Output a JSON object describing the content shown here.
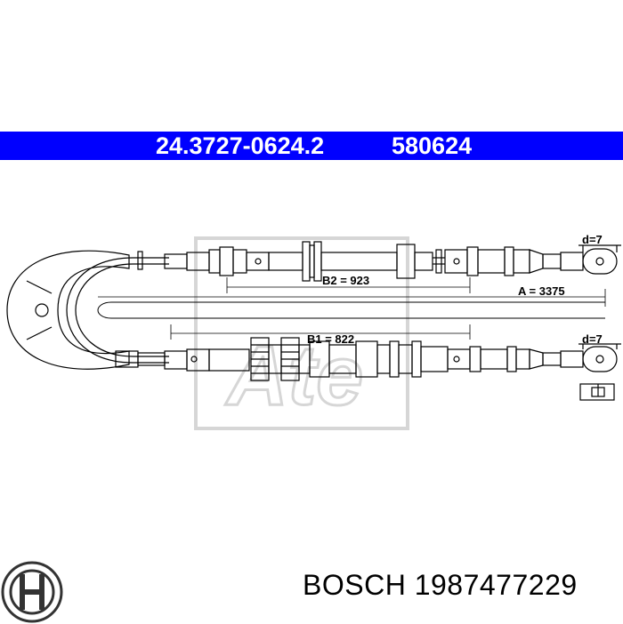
{
  "header": {
    "part_number": "24.3727-0624.2",
    "ref_number": "580624"
  },
  "diagram": {
    "top_eye_label": "d=7",
    "bottom_eye_label": "d=7",
    "dim_b2_label": "B2 = 923",
    "dim_a_label": "A = 3375",
    "dim_b1_label": "B1 = 822",
    "watermark": "Ate"
  },
  "footer": {
    "brand": "BOSCH",
    "article_number": "1987477229"
  },
  "colors": {
    "banner": "#0000ff",
    "banner_text": "#ffffff",
    "line": "#000000",
    "watermark": "#d9d9d9"
  }
}
